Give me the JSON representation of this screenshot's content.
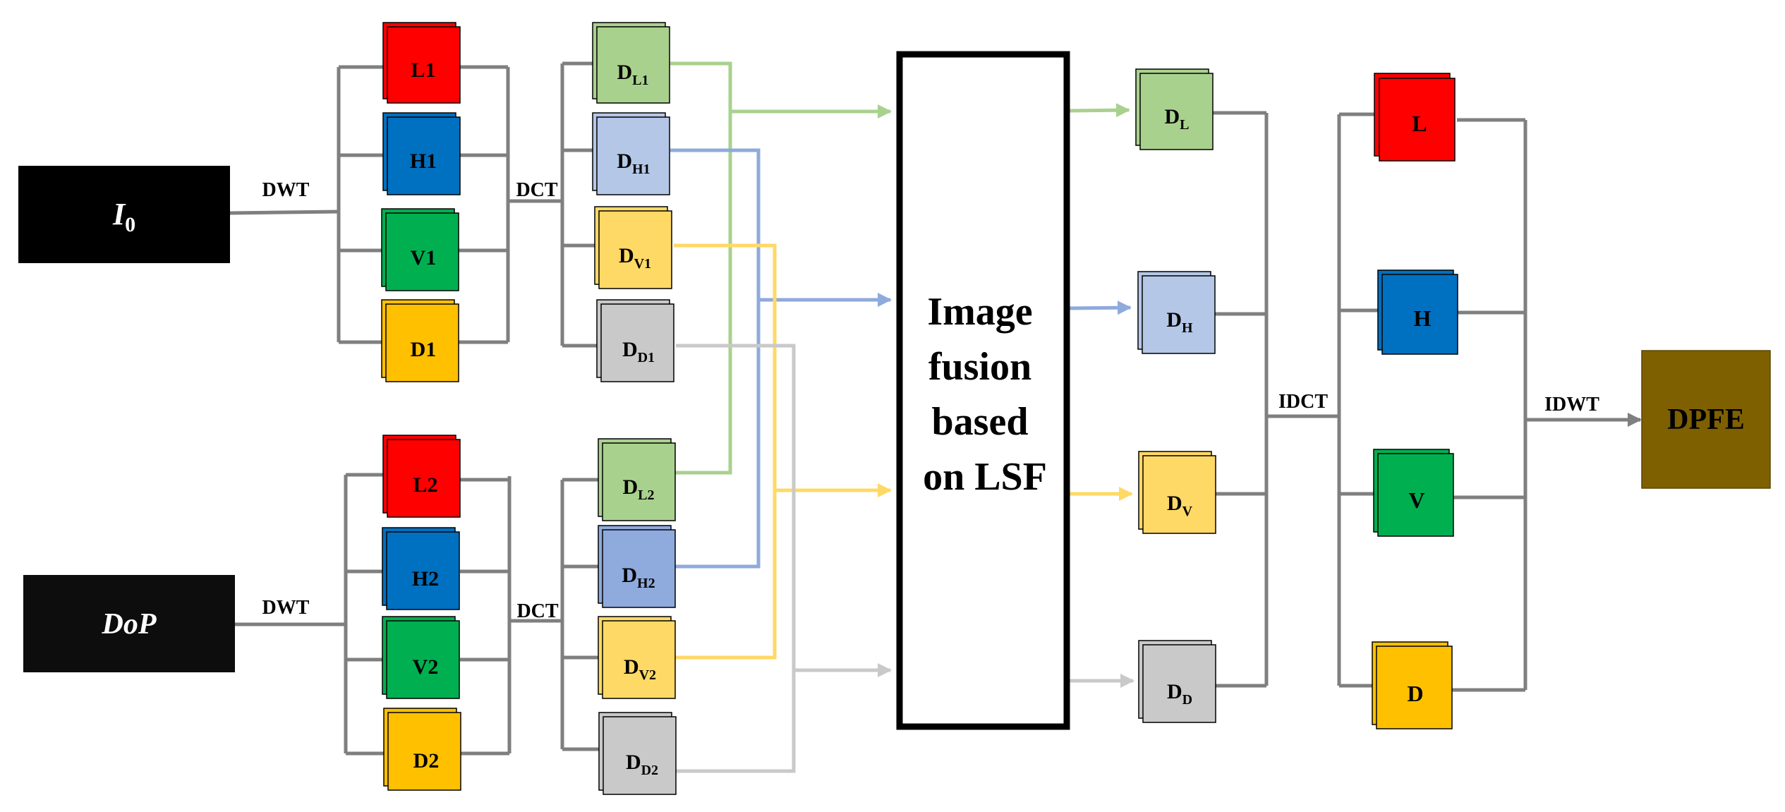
{
  "inputs": {
    "i0": {
      "main": "I",
      "sub": "0"
    },
    "dop": {
      "label": "DoP"
    }
  },
  "transforms": {
    "dwt": "DWT",
    "dct": "DCT",
    "idct": "IDCT",
    "idwt": "IDWT"
  },
  "subbands_1": {
    "l": "L1",
    "h": "H1",
    "v": "V1",
    "d": "D1"
  },
  "subbands_2": {
    "l": "L2",
    "h": "H2",
    "v": "V2",
    "d": "D2"
  },
  "dct_1": {
    "l": {
      "main": "D",
      "sub": "L1"
    },
    "h": {
      "main": "D",
      "sub": "H1"
    },
    "v": {
      "main": "D",
      "sub": "V1"
    },
    "d": {
      "main": "D",
      "sub": "D1"
    }
  },
  "dct_2": {
    "l": {
      "main": "D",
      "sub": "L2"
    },
    "h": {
      "main": "D",
      "sub": "H2"
    },
    "v": {
      "main": "D",
      "sub": "V2"
    },
    "d": {
      "main": "D",
      "sub": "D2"
    }
  },
  "fusion": {
    "line1": "Image",
    "line2": "fusion",
    "line3": "based",
    "line4": "on LSF"
  },
  "fused": {
    "l": {
      "main": "D",
      "sub": "L"
    },
    "h": {
      "main": "D",
      "sub": "H"
    },
    "v": {
      "main": "D",
      "sub": "V"
    },
    "d": {
      "main": "D",
      "sub": "D"
    }
  },
  "recon": {
    "l": "L",
    "h": "H",
    "v": "V",
    "d": "D"
  },
  "output": {
    "label": "DPFE"
  },
  "colors": {
    "l_band": "#ff0000",
    "h_band": "#0070c0",
    "v_band": "#00b050",
    "d_band": "#ffc000",
    "dct_l": "#a9d18e",
    "dct_h1": "#b4c7e7",
    "dct_h2": "#8faadc",
    "dct_v": "#ffd966",
    "dct_d": "#c9c9c9",
    "line_l": "#a9d18e",
    "line_h": "#8faadc",
    "line_v": "#ffd966",
    "line_d": "#c9c9c9",
    "connector": "#7f7f7f",
    "input_bg": "#000000",
    "output_bg": "#7f6000"
  }
}
